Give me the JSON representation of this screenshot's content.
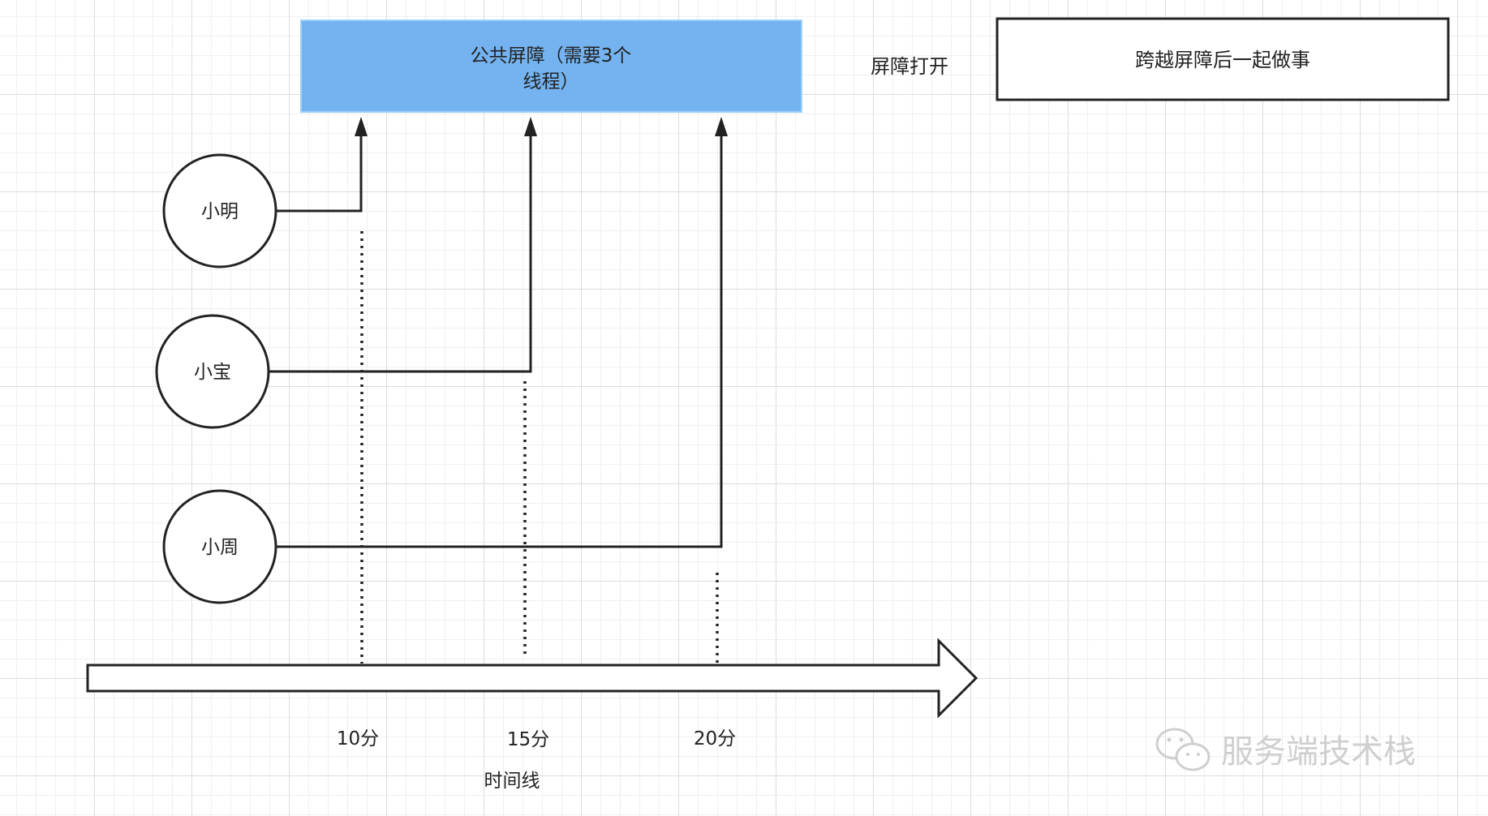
{
  "barrier": {
    "label_line1": "公共屏障（需要3个",
    "label_line2": "线程）",
    "fill_color": "#74b3ef"
  },
  "barrier_open_label": "屏障打开",
  "after_box_label": "跨越屏障后一起做事",
  "threads": [
    {
      "name": "小明",
      "arrival": "10分"
    },
    {
      "name": "小宝",
      "arrival": "15分"
    },
    {
      "name": "小周",
      "arrival": "20分"
    }
  ],
  "timeline": {
    "label": "时间线"
  },
  "watermark": {
    "icon": "wechat-icon",
    "text": "服务端技术栈"
  }
}
